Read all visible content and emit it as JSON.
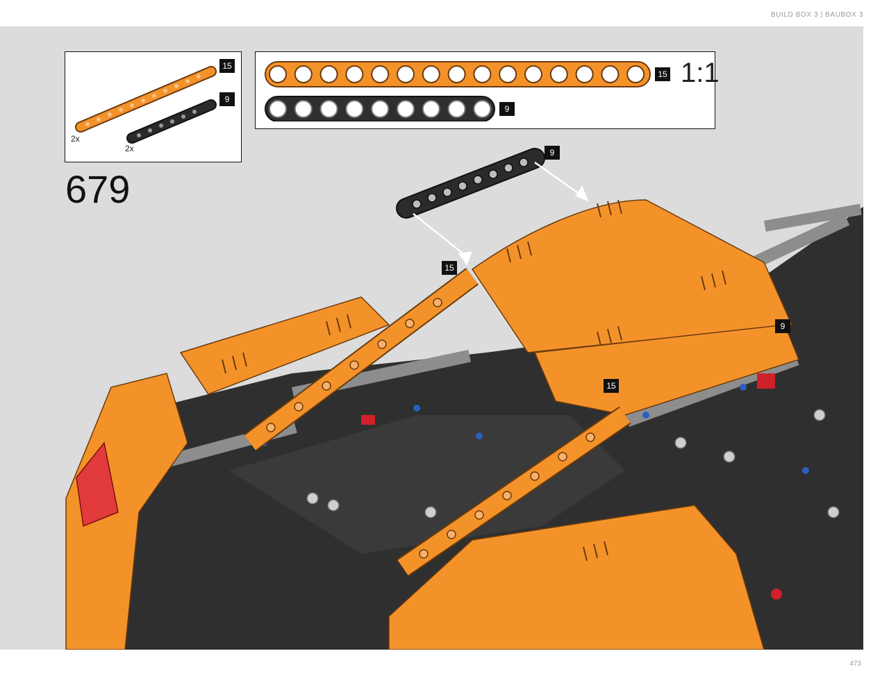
{
  "header": {
    "text": "BUILD BOX 3  |  BAUBOX 3"
  },
  "parts_list": {
    "items": [
      {
        "tag": "15",
        "qty": "2x",
        "color": "#f4922a"
      },
      {
        "tag": "9",
        "qty": "2x",
        "color": "#2b2b2b"
      }
    ]
  },
  "scale_box": {
    "beams": [
      {
        "tag": "15",
        "holes": 15,
        "color": "#f4922a"
      },
      {
        "tag": "9",
        "holes": 9,
        "color": "#2f2f2f"
      }
    ],
    "scale_label": "1:1"
  },
  "step": {
    "number": "679"
  },
  "callouts": [
    {
      "tag": "9"
    },
    {
      "tag": "15"
    },
    {
      "tag": "9"
    },
    {
      "tag": "15"
    }
  ],
  "colors": {
    "orange": "#f4922a",
    "dark": "#2f2f2f",
    "background": "#dcdcdc"
  },
  "page": {
    "number": "473"
  }
}
